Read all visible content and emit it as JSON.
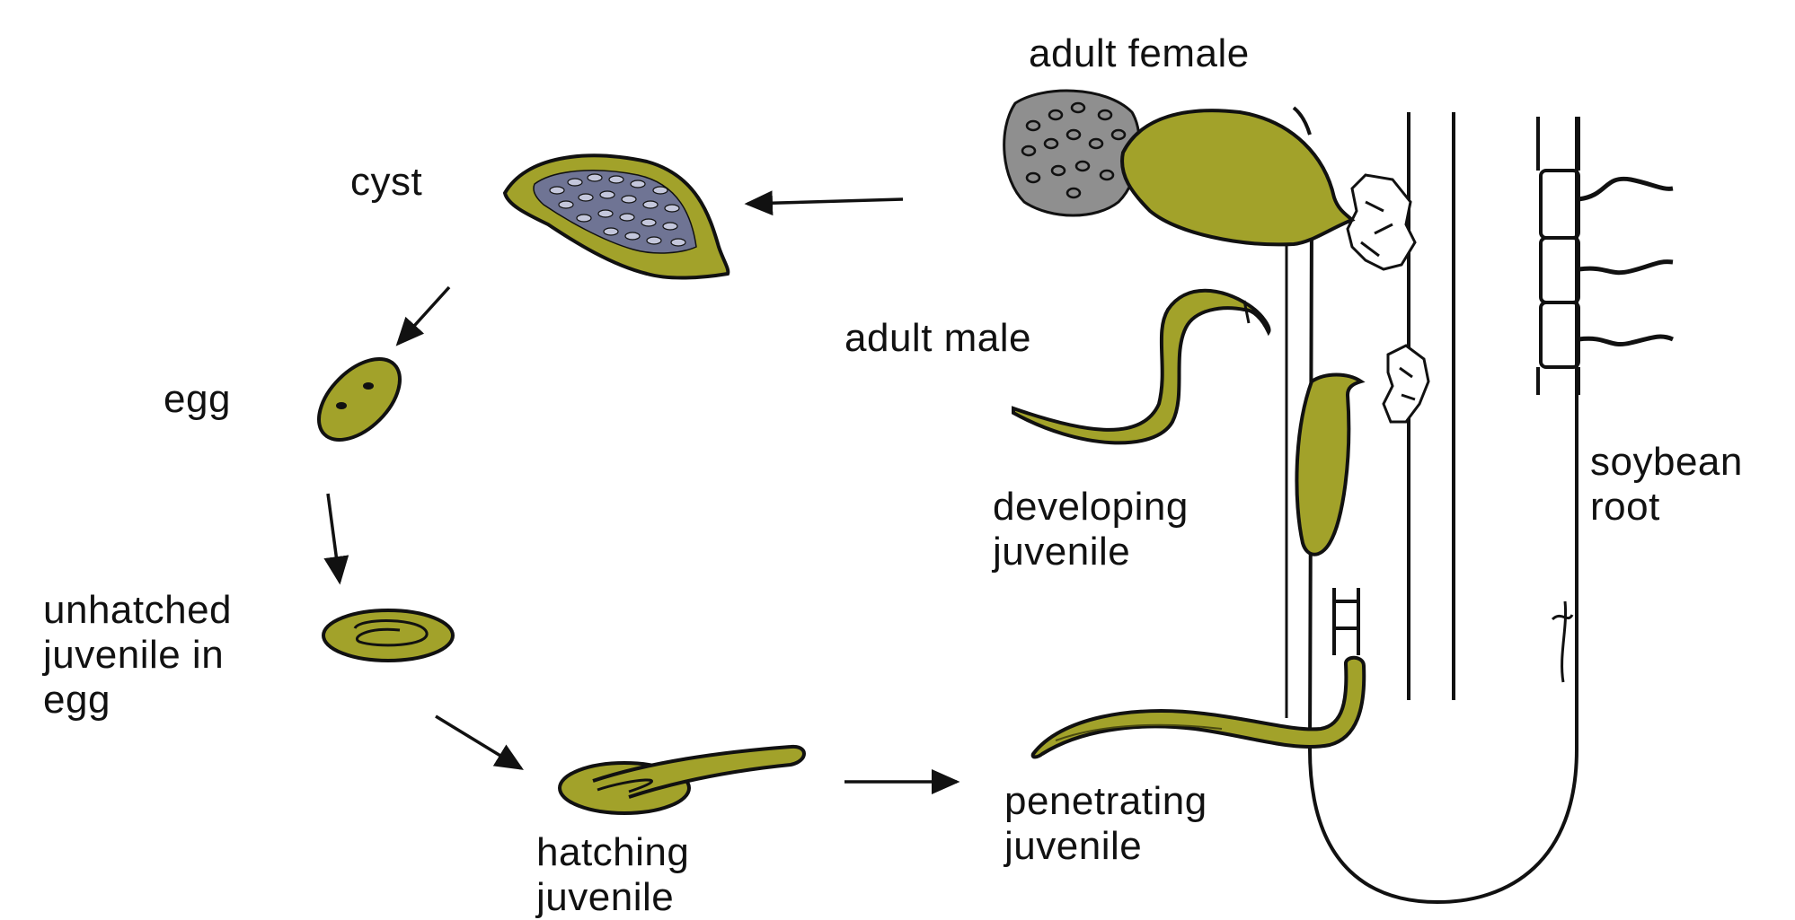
{
  "diagram": {
    "colors": {
      "organism_fill": "#a2a22a",
      "outline": "#111111",
      "egg_mass": "#8f8f8f",
      "cyst_eggs": "#7c809c",
      "background": "#ffffff"
    },
    "labels": {
      "adult_female": "adult female",
      "cyst": "cyst",
      "egg": "egg",
      "unhatched_line1": "unhatched",
      "unhatched_line2": "juvenile in",
      "unhatched_line3": "egg",
      "hatching_line1": "hatching",
      "hatching_line2": "juvenile",
      "penetrating_line1": "penetrating",
      "penetrating_line2": "juvenile",
      "developing_line1": "developing",
      "developing_line2": "juvenile",
      "adult_male": "adult male",
      "soybean_line1": "soybean",
      "soybean_line2": "root"
    },
    "stages": [
      "egg",
      "unhatched juvenile in egg",
      "hatching juvenile",
      "penetrating juvenile",
      "developing juvenile",
      "adult male",
      "adult female",
      "cyst"
    ]
  }
}
